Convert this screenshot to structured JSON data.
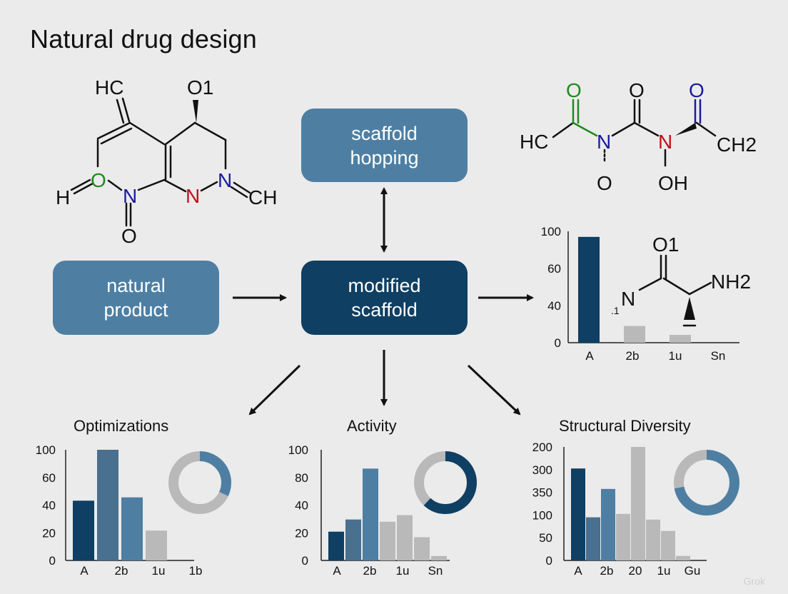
{
  "title": "Natural drug design",
  "nodes": {
    "scaffold_hopping": [
      "scaffold",
      "hopping"
    ],
    "natural_product": [
      "natural",
      "product"
    ],
    "modified_scaffold": [
      "modified",
      "scaffold"
    ]
  },
  "colors": {
    "dark_blue": "#0f3f62",
    "mid_blue": "#4e7fa3",
    "slate_blue": "#49708e",
    "light_gray": "#b9b9b9",
    "nitrogen": "#1a1a9e",
    "nitrogen_red": "#c0101a",
    "oxygen": "#1e8a1e"
  },
  "molecules": {
    "top_left": {
      "labels": [
        "HC",
        "O1",
        "O",
        "H",
        "N",
        "O",
        "N",
        "N",
        "CH"
      ]
    },
    "top_right": {
      "labels": [
        "HC",
        "O",
        "O",
        "O",
        "N",
        "N",
        "CH2",
        "O",
        "OH"
      ]
    },
    "right_mid": {
      "labels": [
        "O1",
        "N",
        ".1",
        "NH2"
      ]
    }
  },
  "chart_data": [
    {
      "type": "bar",
      "id": "right-mini",
      "title": "",
      "categories": [
        "A",
        "2b",
        "1u",
        "Sn"
      ],
      "y_tick_labels": [
        "100",
        "60",
        "40",
        "0"
      ],
      "values": [
        95,
        15,
        7,
        0
      ],
      "ylim": [
        0,
        100
      ],
      "bar_colors": [
        "#0f3f62",
        "#b9b9b9",
        "#b9b9b9",
        "#b9b9b9"
      ]
    },
    {
      "type": "bar",
      "id": "optimizations",
      "title": "Optimizations",
      "categories": [
        "A",
        "2b",
        "1u",
        "1b"
      ],
      "y_tick_labels": [
        "100",
        "60",
        "40",
        "20",
        "0"
      ],
      "bars": [
        {
          "value": 54,
          "color": "#0f3f62"
        },
        {
          "value": 100,
          "color": "#49708e"
        },
        {
          "value": 57,
          "color": "#4e7fa3"
        },
        {
          "value": 27,
          "color": "#b9b9b9"
        }
      ],
      "ylim": [
        0,
        100
      ],
      "donut": {
        "fraction": 0.32,
        "color": "#4e7fa3",
        "rest_color": "#b9b9b9"
      }
    },
    {
      "type": "bar",
      "id": "activity",
      "title": "Activity",
      "categories": [
        "A",
        "2b",
        "1u",
        "Sn"
      ],
      "y_tick_labels": [
        "100",
        "80",
        "40",
        "20",
        "0"
      ],
      "bars": [
        {
          "value": 26,
          "color": "#0f3f62"
        },
        {
          "value": 37,
          "color": "#49708e"
        },
        {
          "value": 83,
          "color": "#4e7fa3"
        },
        {
          "value": 35,
          "color": "#b9b9b9"
        },
        {
          "value": 41,
          "color": "#b9b9b9"
        },
        {
          "value": 21,
          "color": "#b9b9b9"
        },
        {
          "value": 4,
          "color": "#b9b9b9"
        }
      ],
      "ylim": [
        0,
        100
      ],
      "donut": {
        "fraction": 0.62,
        "color": "#0f3f62",
        "rest_color": "#b9b9b9"
      }
    },
    {
      "type": "bar",
      "id": "structural-diversity",
      "title": "Structural Diversity",
      "categories": [
        "A",
        "2b",
        "20",
        "1u",
        "Gu"
      ],
      "y_tick_labels": [
        "200",
        "300",
        "350",
        "100",
        "50",
        "0"
      ],
      "bars": [
        {
          "value": 81,
          "color": "#0f3f62"
        },
        {
          "value": 38,
          "color": "#49708e"
        },
        {
          "value": 63,
          "color": "#4e7fa3"
        },
        {
          "value": 41,
          "color": "#b9b9b9"
        },
        {
          "value": 100,
          "color": "#b9b9b9"
        },
        {
          "value": 36,
          "color": "#b9b9b9"
        },
        {
          "value": 26,
          "color": "#b9b9b9"
        },
        {
          "value": 4,
          "color": "#b9b9b9"
        }
      ],
      "ylim": [
        0,
        100
      ],
      "donut": {
        "fraction": 0.72,
        "color": "#4e7fa3",
        "rest_color": "#b9b9b9"
      }
    }
  ],
  "watermark": "Grok"
}
